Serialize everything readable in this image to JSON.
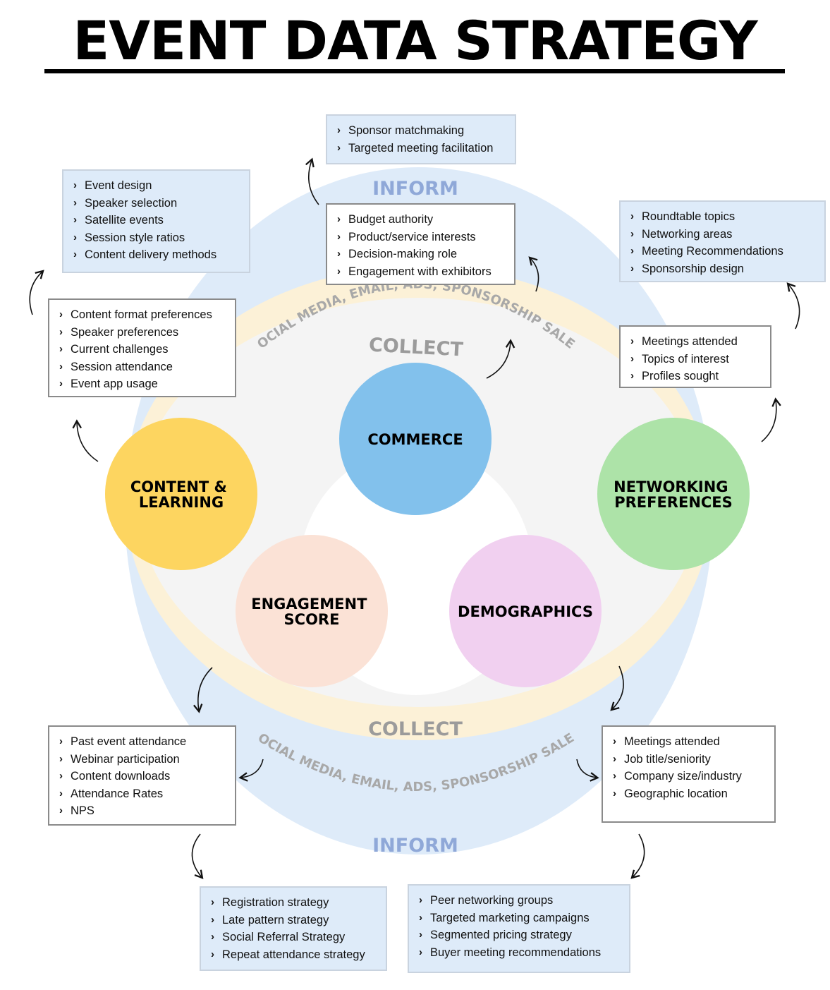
{
  "title": "EVENT DATA STRATEGY",
  "colors": {
    "outer_ring": "#deebf9",
    "channel_ring": "#fcf1d7",
    "collect_ring": "#f4f4f4",
    "inform_text": "#8fa8d8",
    "collect_text": "#9b9b9b",
    "channel_text": "#a8a8a8"
  },
  "ring_labels": {
    "inform_top": "INFORM",
    "inform_bottom": "INFORM",
    "collect_top": "COLLECT",
    "collect_bottom": "COLLECT",
    "channels_top": "SOCIAL MEDIA, EMAIL, ADS, SPONSORSHIP SALES",
    "channels_bottom": "SOCIAL MEDIA, EMAIL, ADS, SPONSORSHIP SALES"
  },
  "hubs": {
    "commerce": {
      "lines": [
        "COMMERCE"
      ],
      "color": "#82c1ec"
    },
    "content": {
      "lines": [
        "CONTENT &",
        "LEARNING"
      ],
      "color": "#fdd560"
    },
    "networking": {
      "lines": [
        "NETWORKING",
        "PREFERENCES"
      ],
      "color": "#ade3a8"
    },
    "engagement": {
      "lines": [
        "ENGAGEMENT",
        "SCORE"
      ],
      "color": "#fbe2d6"
    },
    "demographics": {
      "lines": [
        "DEMOGRAPHICS"
      ],
      "color": "#f1d0f0"
    }
  },
  "boxes": {
    "commerce_inform": [
      "Sponsor matchmaking",
      "Targeted meeting facilitation"
    ],
    "commerce_collect": [
      "Budget authority",
      "Product/service interests",
      "Decision-making role",
      "Engagement with exhibitors"
    ],
    "content_inform": [
      "Event design",
      "Speaker selection",
      "Satellite events",
      "Session style ratios",
      "Content delivery methods"
    ],
    "content_collect": [
      "Content format preferences",
      "Speaker preferences",
      "Current challenges",
      "Session attendance",
      "Event app usage"
    ],
    "networking_inform": [
      "Roundtable topics",
      "Networking areas",
      "Meeting Recommendations",
      "Sponsorship design"
    ],
    "networking_collect": [
      "Meetings attended",
      "Topics of interest",
      "Profiles sought"
    ],
    "engagement_collect": [
      "Past event attendance",
      "Webinar participation",
      "Content downloads",
      "Attendance Rates",
      "NPS"
    ],
    "engagement_inform": [
      "Registration strategy",
      "Late pattern strategy",
      "Social Referral Strategy",
      "Repeat attendance strategy"
    ],
    "demographics_collect": [
      "Meetings attended",
      "Job title/seniority",
      "Company size/industry",
      "Geographic location"
    ],
    "demographics_inform": [
      "Peer networking groups",
      "Targeted marketing campaigns",
      "Segmented pricing strategy",
      "Buyer meeting recommendations"
    ]
  }
}
